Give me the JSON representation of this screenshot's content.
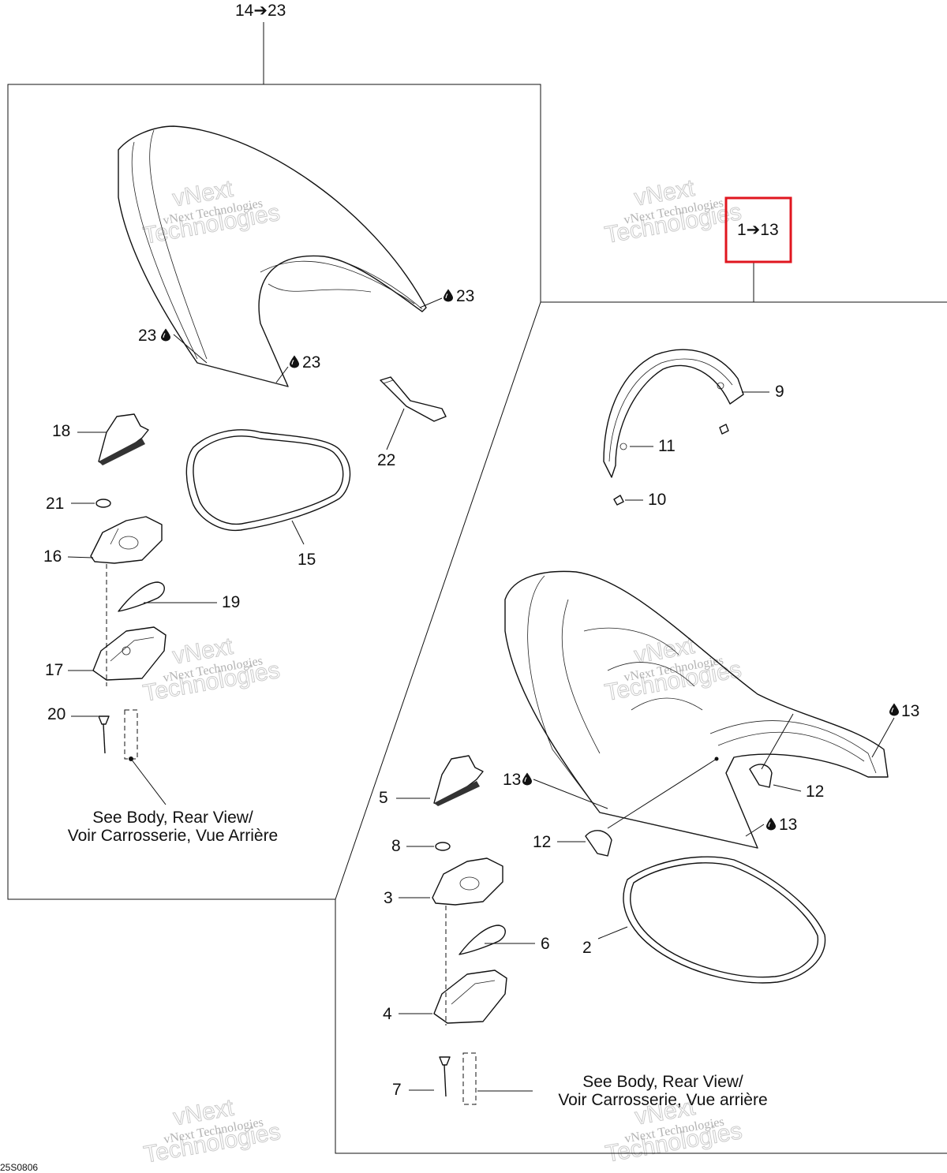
{
  "diagram": {
    "code": "25S0806",
    "group_labels": {
      "left": "14➔23",
      "right": "1➔13"
    },
    "notes": {
      "left": [
        "See Body, Rear View/",
        "Voir Carrosserie, Vue Arrière"
      ],
      "right": [
        "See Body, Rear View/",
        "Voir Carrosserie, Vue arrière"
      ]
    },
    "watermark": {
      "small": "vNext Technologies",
      "big_line1": "vNext",
      "big_line2": "Technologies"
    },
    "highlight_color": "#e0161f",
    "callouts": {
      "c23a": "23",
      "c23b": "23",
      "c23c": "23",
      "c18": "18",
      "c22": "22",
      "c21": "21",
      "c16": "16",
      "c15": "15",
      "c19": "19",
      "c17": "17",
      "c20": "20",
      "c9": "9",
      "c11": "11",
      "c10": "10",
      "c13a": "13",
      "c13b": "13",
      "c13c": "13",
      "c5": "5",
      "c12a": "12",
      "c12b": "12",
      "c8": "8",
      "c3": "3",
      "c2": "2",
      "c6": "6",
      "c4": "4",
      "c7": "7"
    },
    "icons": {
      "adhesive": "drop-icon"
    }
  }
}
